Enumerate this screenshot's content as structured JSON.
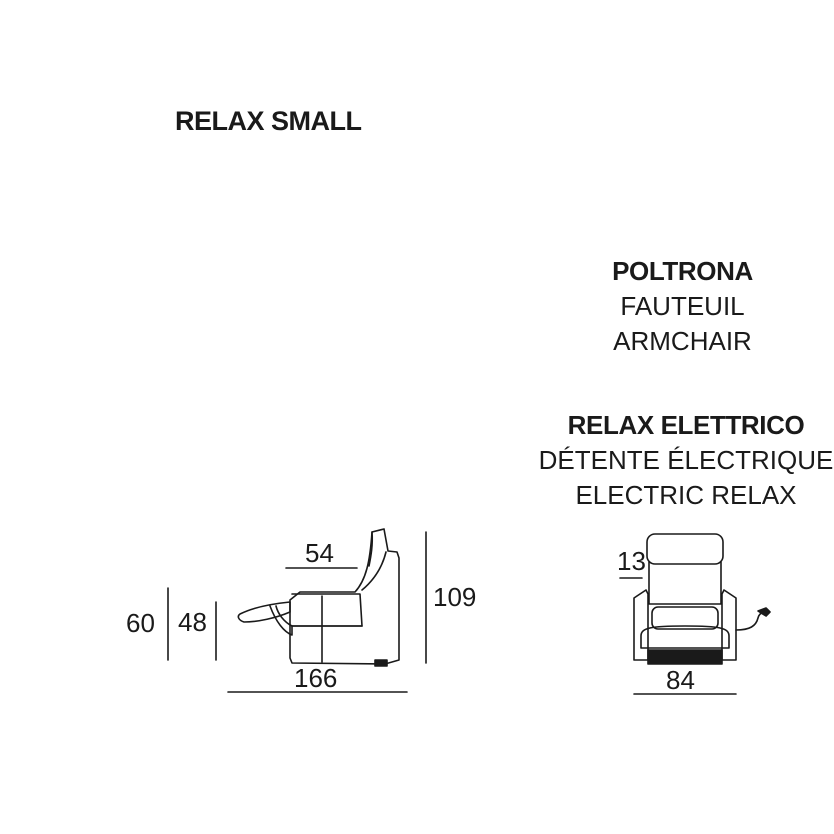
{
  "title": "RELAX SMALL",
  "type_block": {
    "line1": "POLTRONA",
    "line2": "FAUTEUIL",
    "line3": "ARMCHAIR"
  },
  "mechanism_block": {
    "line1": "RELAX ELETTRICO",
    "line2": "DÉTENTE ÉLECTRIQUE",
    "line3": "ELECTRIC RELAX"
  },
  "side_view": {
    "seat_height": "60",
    "armrest_height": "48",
    "seat_depth": "54",
    "total_height": "109",
    "extended_length": "166"
  },
  "front_view": {
    "headrest_height": "13",
    "width": "84"
  },
  "colors": {
    "line": "#1a1a1a",
    "background": "#ffffff"
  }
}
